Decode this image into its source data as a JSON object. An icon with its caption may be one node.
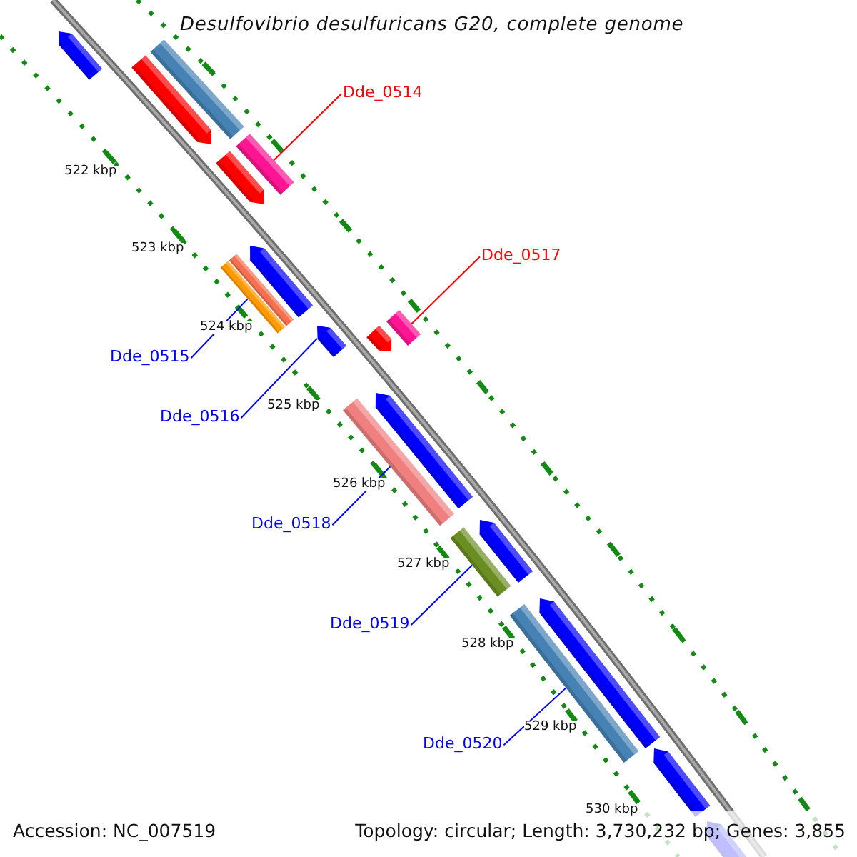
{
  "diagram": {
    "title": "Desulfovibrio desulfuricans G20, complete genome",
    "nodes": [
      {
        "text": [
          "Dde_0514"
        ]
      },
      {
        "text": [],
        "shape": "bar"
      },
      {
        "text": [
          "Dde_0517"
        ]
      },
      {
        "text": [],
        "shape": "bar"
      },
      {
        "text": [
          "Dde_0515"
        ]
      },
      {
        "text": [],
        "shape": "bar"
      },
      {
        "text": [
          "Dde_0516"
        ]
      },
      {
        "text": [],
        "shape": "bar"
      },
      {
        "text": [
          "Dde_0518"
        ]
      },
      {
        "text": [],
        "shape": "bar"
      },
      {
        "text": [
          "Dde_0519"
        ]
      },
      {
        "text": [],
        "shape": "bar"
      },
      {
        "text": [
          "Dde_0520"
        ]
      },
      {
        "text": [],
        "shape": "bar"
      }
    ],
    "edges": [
      {
        "from": 0,
        "to": 1,
        "arrow": "none",
        "color": "#ff0000"
      },
      {
        "from": 2,
        "to": 3,
        "arrow": "none",
        "color": "#ff0000"
      },
      {
        "from": 4,
        "to": 5,
        "arrow": "none"
      },
      {
        "from": 6,
        "to": 7,
        "arrow": "none"
      },
      {
        "from": 8,
        "to": 9,
        "arrow": "none"
      },
      {
        "from": 10,
        "to": 11,
        "arrow": "none"
      },
      {
        "from": 12,
        "to": 13,
        "arrow": "none"
      }
    ],
    "labels": [
      "522 kbp",
      "523 kbp",
      "524 kbp",
      "525 kbp",
      "526 kbp",
      "527 kbp",
      "528 kbp",
      "529 kbp",
      "530 kbp",
      "Accession: NC_007519",
      "Topology: circular; Length: 3,730,232 bp; Genes: 3,855"
    ]
  }
}
